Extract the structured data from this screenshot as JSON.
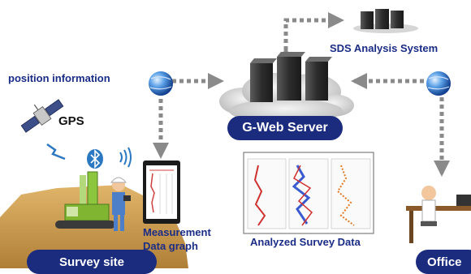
{
  "header_cutoff_text": "",
  "labels": {
    "position_information": "position information",
    "gps": "GPS",
    "sds_analysis_system": "SDS Analysis System",
    "g_web_server": "G-Web Server",
    "measurement_line1": "Measurement",
    "measurement_line2": "Data graph",
    "analyzed_survey_data": "Analyzed Survey Data",
    "survey_site": "Survey site",
    "office": "Office"
  },
  "icons": [
    "satellite-icon",
    "globe-icon",
    "bluetooth-icon",
    "wireless-signal-icon",
    "server-icon",
    "tablet-icon",
    "office-worker-icon",
    "survey-machine-icon",
    "surveyor-icon"
  ],
  "colors": {
    "brand_navy": "#1b2b7e",
    "label_blue": "#1a2c86",
    "arrow_gray": "#8a8a8a",
    "ground_brown": "#c99a4e",
    "machine_green": "#8cc63f",
    "server_dark": "#3a3a3a"
  }
}
